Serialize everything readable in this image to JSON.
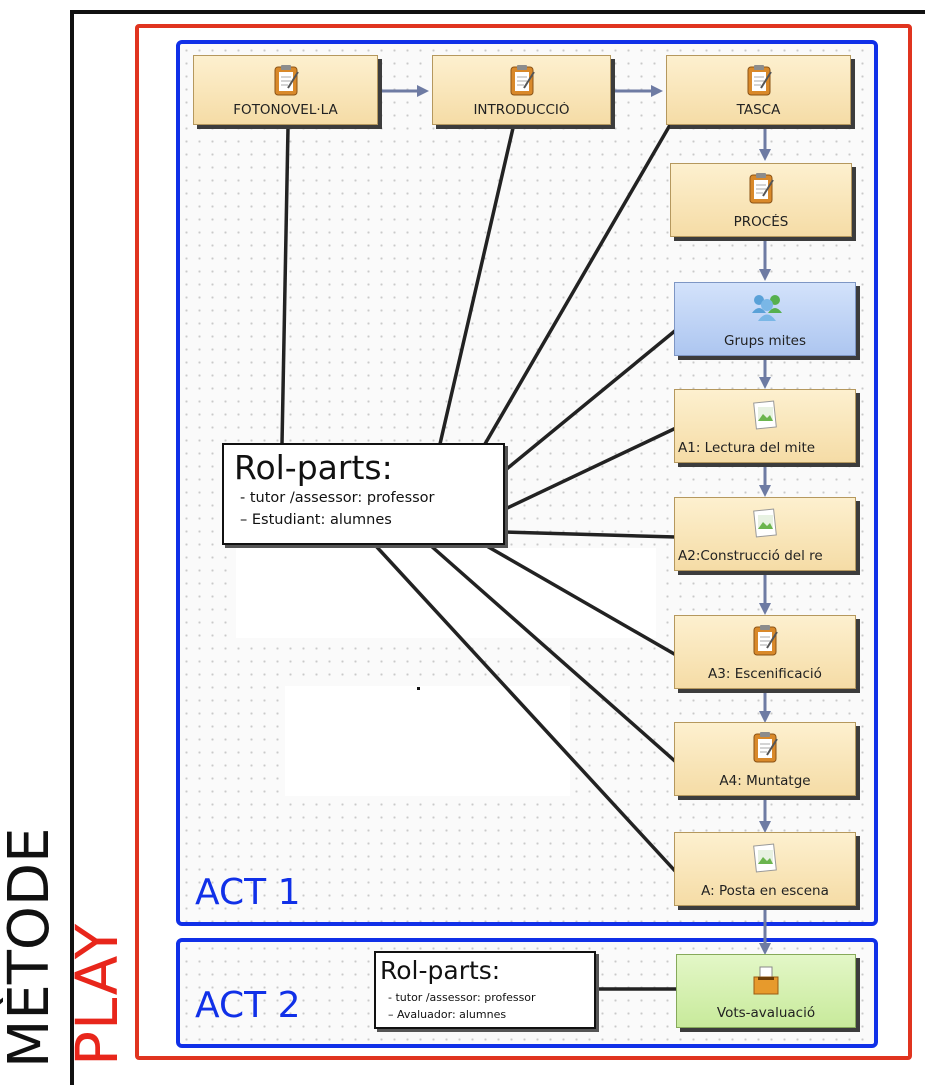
{
  "method_label": "MÈTODE",
  "play_label": "PLAY",
  "acts": [
    {
      "label": "ACT 1"
    },
    {
      "label": "ACT 2"
    }
  ],
  "nodes": [
    {
      "label": "FOTONOVEL·LA",
      "icon": "notepad-icon"
    },
    {
      "label": "INTRODUCCIÓ",
      "icon": "notepad-icon"
    },
    {
      "label": "TASCA",
      "icon": "notepad-icon"
    },
    {
      "label": "PROCÉS",
      "icon": "notepad-icon"
    },
    {
      "label": "Grups mites",
      "icon": "group-icon"
    },
    {
      "label": "A1: Lectura del mite",
      "icon": "picture-icon"
    },
    {
      "label": "A2:Construcció del re",
      "icon": "picture-icon"
    },
    {
      "label": "A3: Escenificació",
      "icon": "notepad-icon"
    },
    {
      "label": "A4: Muntatge",
      "icon": "notepad-icon"
    },
    {
      "label": "A: Posta en escena",
      "icon": "picture-icon"
    },
    {
      "label": "Vots-avaluació",
      "icon": "ballot-box-icon"
    }
  ],
  "role_parts_act1": {
    "title": "Rol-parts:",
    "lines": [
      "- tutor /assessor: professor",
      "– Estudiant: alumnes"
    ]
  },
  "role_parts_act2": {
    "title": "Rol-parts:",
    "lines": [
      "- tutor /assessor: professor",
      "– Avaluador: alumnes"
    ]
  },
  "colors": {
    "play_frame": "#e0341f",
    "act_frame": "#1030e8",
    "activity_node": "#f5dca6",
    "group_node": "#adc6f0",
    "vote_node": "#c8ea9b",
    "arrow": "#6e7ba3"
  }
}
